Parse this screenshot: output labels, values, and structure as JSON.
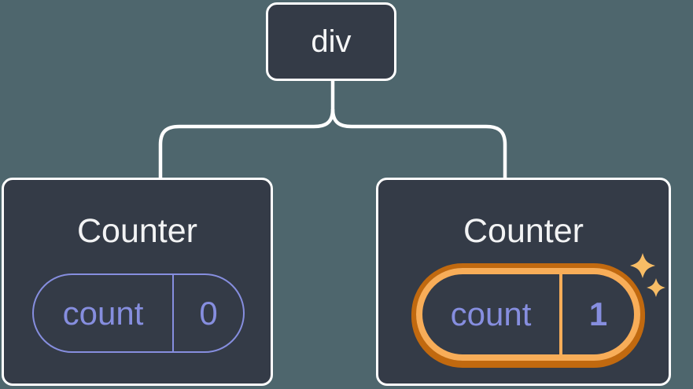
{
  "diagram": {
    "root": {
      "label": "div"
    },
    "children": [
      {
        "title": "Counter",
        "state_key": "count",
        "state_value": "0",
        "highlighted": false
      },
      {
        "title": "Counter",
        "state_key": "count",
        "state_value": "1",
        "highlighted": true
      }
    ]
  },
  "colors": {
    "background": "#4e666d",
    "node_fill": "#343b47",
    "node_border": "#ffffff",
    "connector": "#ffffff",
    "state_purple": "#868edf",
    "highlight_outer_orange": "#c1690f",
    "highlight_inner_orange": "#f8ad58",
    "sparkle_orange": "#f8bd66",
    "title_text": "#f2f3f4"
  }
}
